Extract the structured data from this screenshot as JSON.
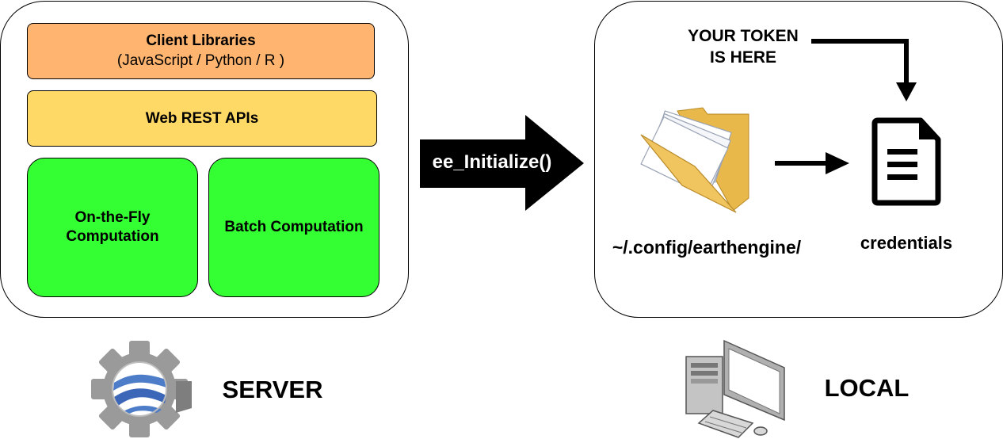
{
  "server": {
    "client_libraries": {
      "title": "Client Libraries",
      "subtitle": "(JavaScript / Python / R )"
    },
    "web_rest_apis": "Web REST APIs",
    "on_the_fly_line1": "On-the-Fly",
    "on_the_fly_line2": "Computation",
    "batch": "Batch Computation",
    "caption": "SERVER"
  },
  "arrow_label": "ee_Initialize()",
  "local": {
    "token_line1": "YOUR TOKEN",
    "token_line2": "IS HERE",
    "folder_path": "~/.config/earthengine/",
    "credentials": "credentials",
    "caption": "LOCAL"
  },
  "colors": {
    "client_libraries": "#FFB570",
    "web_rest_apis": "#FFD966",
    "computation": "#33FF33"
  },
  "icons": {
    "server": "earth-engine-gear-icon",
    "arrow": "big-right-arrow",
    "folder": "folder-icon",
    "document": "document-icon",
    "local": "desktop-computer-icon"
  }
}
